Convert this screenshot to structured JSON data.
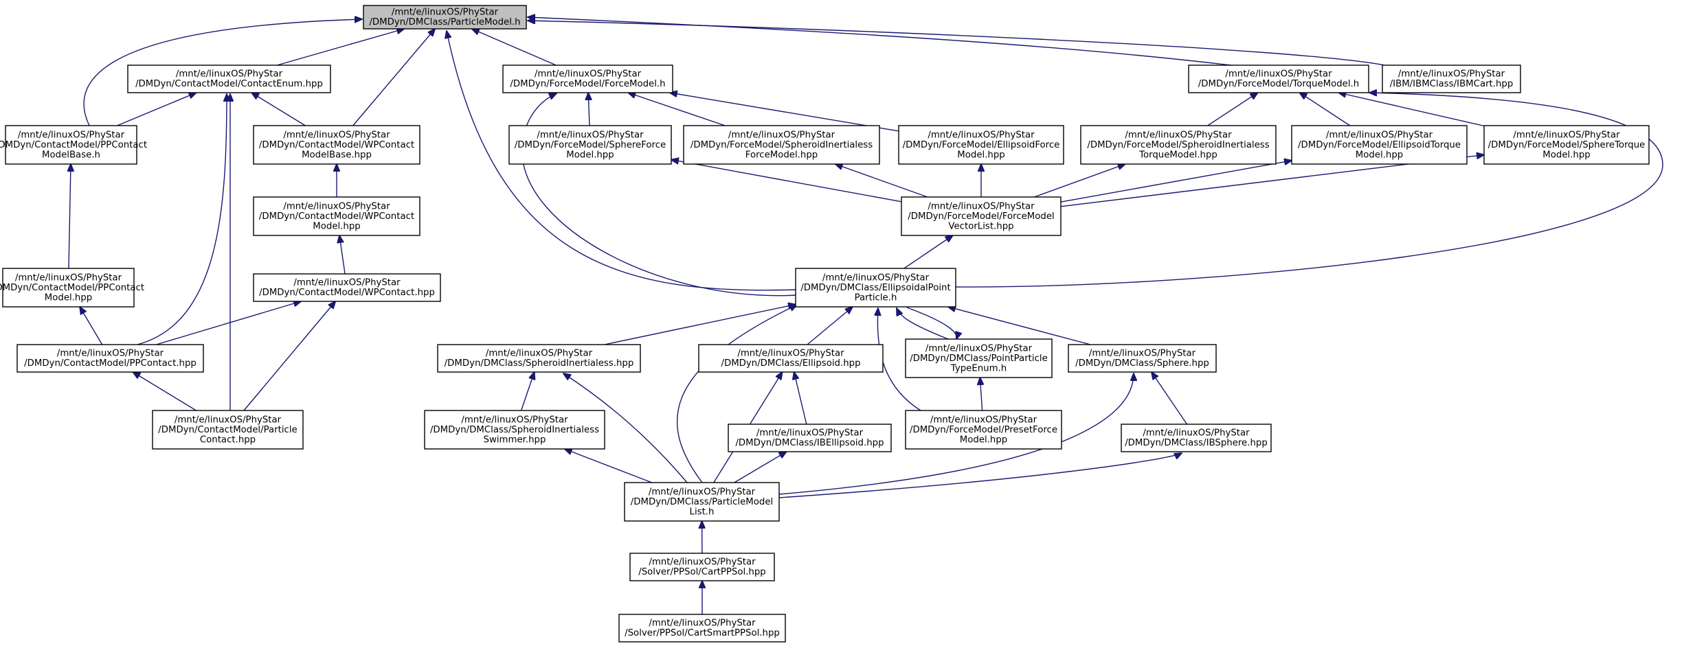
{
  "colors": {
    "node_fill": "#ffffff",
    "root_fill": "#bfbfbf",
    "border": "#000000",
    "edge": "#191970",
    "background": "#ffffff"
  },
  "nodes": [
    {
      "id": "n_particle_model",
      "lines": [
        "/mnt/e/linuxOS/PhyStar",
        "/DMDyn/DMClass/ParticleModel.h"
      ],
      "root": true
    },
    {
      "id": "n_contact_enum",
      "lines": [
        "/mnt/e/linuxOS/PhyStar",
        "/DMDyn/ContactModel/ContactEnum.hpp"
      ]
    },
    {
      "id": "n_force_model",
      "lines": [
        "/mnt/e/linuxOS/PhyStar",
        "/DMDyn/ForceModel/ForceModel.h"
      ]
    },
    {
      "id": "n_torque_model",
      "lines": [
        "/mnt/e/linuxOS/PhyStar",
        "/DMDyn/ForceModel/TorqueModel.h"
      ]
    },
    {
      "id": "n_ibm_cart",
      "lines": [
        "/mnt/e/linuxOS/PhyStar",
        "/IBM/IBMClass/IBMCart.hpp"
      ]
    },
    {
      "id": "n_pp_contact_base",
      "lines": [
        "/mnt/e/linuxOS/PhyStar",
        "/DMDyn/ContactModel/PPContact",
        "ModelBase.h"
      ]
    },
    {
      "id": "n_wp_contact_base",
      "lines": [
        "/mnt/e/linuxOS/PhyStar",
        "/DMDyn/ContactModel/WPContact",
        "ModelBase.hpp"
      ]
    },
    {
      "id": "n_sphere_force",
      "lines": [
        "/mnt/e/linuxOS/PhyStar",
        "/DMDyn/ForceModel/SphereForce",
        "Model.hpp"
      ]
    },
    {
      "id": "n_spheroid_force",
      "lines": [
        "/mnt/e/linuxOS/PhyStar",
        "/DMDyn/ForceModel/SpheroidInertialess",
        "ForceModel.hpp"
      ]
    },
    {
      "id": "n_ellipsoid_force",
      "lines": [
        "/mnt/e/linuxOS/PhyStar",
        "/DMDyn/ForceModel/EllipsoidForce",
        "Model.hpp"
      ]
    },
    {
      "id": "n_spheroid_torque",
      "lines": [
        "/mnt/e/linuxOS/PhyStar",
        "/DMDyn/ForceModel/SpheroidInertialess",
        "TorqueModel.hpp"
      ]
    },
    {
      "id": "n_ellipsoid_torque",
      "lines": [
        "/mnt/e/linuxOS/PhyStar",
        "/DMDyn/ForceModel/EllipsoidTorque",
        "Model.hpp"
      ]
    },
    {
      "id": "n_sphere_torque",
      "lines": [
        "/mnt/e/linuxOS/PhyStar",
        "/DMDyn/ForceModel/SphereTorque",
        "Model.hpp"
      ]
    },
    {
      "id": "n_wp_contact_model",
      "lines": [
        "/mnt/e/linuxOS/PhyStar",
        "/DMDyn/ContactModel/WPContact",
        "Model.hpp"
      ]
    },
    {
      "id": "n_force_vector_list",
      "lines": [
        "/mnt/e/linuxOS/PhyStar",
        "/DMDyn/ForceModel/ForceModel",
        "VectorList.hpp"
      ]
    },
    {
      "id": "n_pp_contact_model",
      "lines": [
        "/mnt/e/linuxOS/PhyStar",
        "/DMDyn/ContactModel/PPContact",
        "Model.hpp"
      ]
    },
    {
      "id": "n_wp_contact",
      "lines": [
        "/mnt/e/linuxOS/PhyStar",
        "/DMDyn/ContactModel/WPContact.hpp"
      ]
    },
    {
      "id": "n_ellipsoidal_point",
      "lines": [
        "/mnt/e/linuxOS/PhyStar",
        "/DMDyn/DMClass/EllipsoidalPoint",
        "Particle.h"
      ]
    },
    {
      "id": "n_pp_contact",
      "lines": [
        "/mnt/e/linuxOS/PhyStar",
        "/DMDyn/ContactModel/PPContact.hpp"
      ]
    },
    {
      "id": "n_spheroid_inertialess",
      "lines": [
        "/mnt/e/linuxOS/PhyStar",
        "/DMDyn/DMClass/SpheroidInertialess.hpp"
      ]
    },
    {
      "id": "n_ellipsoid",
      "lines": [
        "/mnt/e/linuxOS/PhyStar",
        "/DMDyn/DMClass/Ellipsoid.hpp"
      ]
    },
    {
      "id": "n_point_particle_type",
      "lines": [
        "/mnt/e/linuxOS/PhyStar",
        "/DMDyn/DMClass/PointParticle",
        "TypeEnum.h"
      ]
    },
    {
      "id": "n_sphere",
      "lines": [
        "/mnt/e/linuxOS/PhyStar",
        "/DMDyn/DMClass/Sphere.hpp"
      ]
    },
    {
      "id": "n_particle_contact",
      "lines": [
        "/mnt/e/linuxOS/PhyStar",
        "/DMDyn/ContactModel/Particle",
        "Contact.hpp"
      ]
    },
    {
      "id": "n_spheroid_swimmer",
      "lines": [
        "/mnt/e/linuxOS/PhyStar",
        "/DMDyn/DMClass/SpheroidInertialess",
        "Swimmer.hpp"
      ]
    },
    {
      "id": "n_ib_ellipsoid",
      "lines": [
        "/mnt/e/linuxOS/PhyStar",
        "/DMDyn/DMClass/IBEllipsoid.hpp"
      ]
    },
    {
      "id": "n_preset_force",
      "lines": [
        "/mnt/e/linuxOS/PhyStar",
        "/DMDyn/ForceModel/PresetForce",
        "Model.hpp"
      ]
    },
    {
      "id": "n_ib_sphere",
      "lines": [
        "/mnt/e/linuxOS/PhyStar",
        "/DMDyn/DMClass/IBSphere.hpp"
      ]
    },
    {
      "id": "n_particle_model_list",
      "lines": [
        "/mnt/e/linuxOS/PhyStar",
        "/DMDyn/DMClass/ParticleModel",
        "List.h"
      ]
    },
    {
      "id": "n_cart_pp_sol",
      "lines": [
        "/mnt/e/linuxOS/PhyStar",
        "/Solver/PPSol/CartPPSol.hpp"
      ]
    },
    {
      "id": "n_cart_smart_pp_sol",
      "lines": [
        "/mnt/e/linuxOS/PhyStar",
        "/Solver/PPSol/CartSmartPPSol.hpp"
      ]
    }
  ],
  "edges": [
    {
      "from": "n_contact_enum",
      "to": "n_particle_model"
    },
    {
      "from": "n_force_model",
      "to": "n_particle_model"
    },
    {
      "from": "n_torque_model",
      "to": "n_particle_model"
    },
    {
      "from": "n_ibm_cart",
      "to": "n_particle_model"
    },
    {
      "from": "n_pp_contact_base",
      "to": "n_particle_model"
    },
    {
      "from": "n_wp_contact_base",
      "to": "n_particle_model"
    },
    {
      "from": "n_ellipsoidal_point",
      "to": "n_particle_model"
    },
    {
      "from": "n_pp_contact_base",
      "to": "n_contact_enum"
    },
    {
      "from": "n_wp_contact_base",
      "to": "n_contact_enum"
    },
    {
      "from": "n_pp_contact",
      "to": "n_contact_enum"
    },
    {
      "from": "n_particle_contact",
      "to": "n_contact_enum"
    },
    {
      "from": "n_sphere_force",
      "to": "n_force_model"
    },
    {
      "from": "n_spheroid_force",
      "to": "n_force_model"
    },
    {
      "from": "n_ellipsoid_force",
      "to": "n_force_model"
    },
    {
      "from": "n_ellipsoidal_point",
      "to": "n_force_model"
    },
    {
      "from": "n_spheroid_torque",
      "to": "n_torque_model"
    },
    {
      "from": "n_ellipsoid_torque",
      "to": "n_torque_model"
    },
    {
      "from": "n_sphere_torque",
      "to": "n_torque_model"
    },
    {
      "from": "n_ellipsoidal_point",
      "to": "n_torque_model"
    },
    {
      "from": "n_pp_contact_model",
      "to": "n_pp_contact_base"
    },
    {
      "from": "n_wp_contact_model",
      "to": "n_wp_contact_base"
    },
    {
      "from": "n_wp_contact",
      "to": "n_wp_contact_model"
    },
    {
      "from": "n_force_vector_list",
      "to": "n_sphere_force"
    },
    {
      "from": "n_force_vector_list",
      "to": "n_spheroid_force"
    },
    {
      "from": "n_force_vector_list",
      "to": "n_ellipsoid_force"
    },
    {
      "from": "n_force_vector_list",
      "to": "n_spheroid_torque"
    },
    {
      "from": "n_force_vector_list",
      "to": "n_ellipsoid_torque"
    },
    {
      "from": "n_force_vector_list",
      "to": "n_sphere_torque"
    },
    {
      "from": "n_ellipsoidal_point",
      "to": "n_force_vector_list"
    },
    {
      "from": "n_pp_contact",
      "to": "n_pp_contact_model"
    },
    {
      "from": "n_pp_contact",
      "to": "n_wp_contact"
    },
    {
      "from": "n_particle_contact",
      "to": "n_wp_contact"
    },
    {
      "from": "n_particle_contact",
      "to": "n_pp_contact"
    },
    {
      "from": "n_spheroid_inertialess",
      "to": "n_ellipsoidal_point"
    },
    {
      "from": "n_ellipsoid",
      "to": "n_ellipsoidal_point"
    },
    {
      "from": "n_point_particle_type",
      "to": "n_ellipsoidal_point"
    },
    {
      "from": "n_ellipsoidal_point",
      "to": "n_point_particle_type"
    },
    {
      "from": "n_sphere",
      "to": "n_ellipsoidal_point"
    },
    {
      "from": "n_preset_force",
      "to": "n_ellipsoidal_point"
    },
    {
      "from": "n_particle_model_list",
      "to": "n_ellipsoidal_point"
    },
    {
      "from": "n_spheroid_swimmer",
      "to": "n_spheroid_inertialess"
    },
    {
      "from": "n_particle_model_list",
      "to": "n_spheroid_inertialess"
    },
    {
      "from": "n_ib_ellipsoid",
      "to": "n_ellipsoid"
    },
    {
      "from": "n_particle_model_list",
      "to": "n_ellipsoid"
    },
    {
      "from": "n_preset_force",
      "to": "n_point_particle_type"
    },
    {
      "from": "n_ib_sphere",
      "to": "n_sphere"
    },
    {
      "from": "n_particle_model_list",
      "to": "n_sphere"
    },
    {
      "from": "n_particle_model_list",
      "to": "n_spheroid_swimmer"
    },
    {
      "from": "n_particle_model_list",
      "to": "n_ib_ellipsoid"
    },
    {
      "from": "n_particle_model_list",
      "to": "n_ib_sphere"
    },
    {
      "from": "n_cart_pp_sol",
      "to": "n_particle_model_list"
    },
    {
      "from": "n_cart_smart_pp_sol",
      "to": "n_cart_pp_sol"
    }
  ]
}
